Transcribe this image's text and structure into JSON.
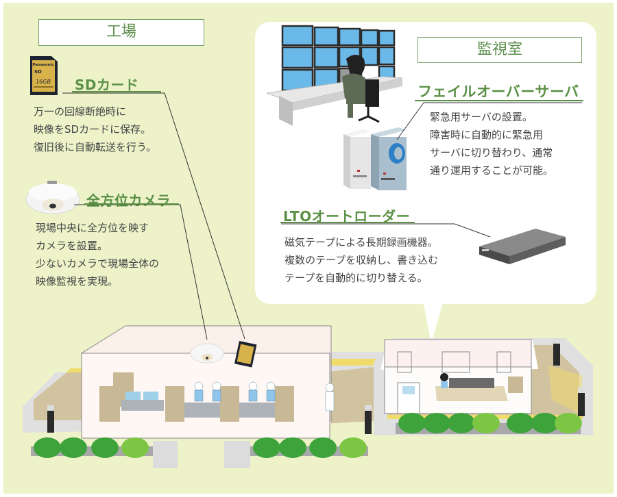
{
  "factory": {
    "title": "工場",
    "sd_card": {
      "heading": "SDカード",
      "lines": [
        "万一の回線断絶時に",
        "映像をSDカードに保存。",
        "復旧後に自動転送を行う。"
      ],
      "label_brand": "Panasonic",
      "label_capacity": "16GB"
    },
    "camera": {
      "heading": "全方位カメラ",
      "lines": [
        "現場中央に全方位を映す",
        "カメラを設置。",
        "少ないカメラで現場全体の",
        "映像監視を実現。"
      ]
    }
  },
  "monitoring_room": {
    "title": "監視室",
    "failover": {
      "heading": "フェイルオーバーサーバ",
      "lines": [
        "緊急用サーバの設置。",
        "障害時に自動的に緊急用",
        "サーバに切り替わり、通常",
        "通り運用することが可能。"
      ]
    },
    "lto": {
      "heading": "LTOオートローダー",
      "lines": [
        "磁気テープによる長期録画機器。",
        "複数のテープを収納し、書き込む",
        "テープを自動的に切り替える。"
      ]
    }
  },
  "colors": {
    "background": "#edf2c9",
    "accent_green": "#5b9146",
    "text": "#444444",
    "floor": "#d2c3a0",
    "walkway": "#f0dc6a",
    "shrub": "#3da33a"
  }
}
